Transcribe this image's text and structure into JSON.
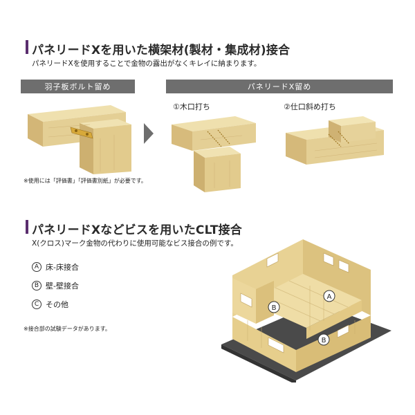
{
  "section1": {
    "title": "パネリードXを用いた横架材(製材・集成材)接合",
    "subtitle": "パネリードXを使用することで金物の露出がなくキレイに納まります。",
    "left_band": "羽子板ボルト留め",
    "right_band": "パネリードX留め",
    "caption1": "①木口打ち",
    "caption2": "②仕口斜め打ち",
    "note": "※使用には「評価書」「評価書別紙」が必要です。"
  },
  "section2": {
    "title": "パネリードXなどビスを用いたCLT接合",
    "subtitle": "X(クロス)マーク金物の代わりに使用可能なビス接合の例です。",
    "legend": [
      {
        "mark": "A",
        "label": "床-床接合"
      },
      {
        "mark": "B",
        "label": "壁-壁接合"
      },
      {
        "mark": "C",
        "label": "その他"
      }
    ],
    "note": "※接合部の試験データがあります。",
    "markers": {
      "a": "A",
      "b1": "B",
      "b2": "B"
    }
  },
  "colors": {
    "accent": "#5a2d6e",
    "band": "#6e6e6e",
    "wood_light": "#ecdca8",
    "wood_mid": "#dcc48a",
    "wood_dark": "#c8ab6a",
    "bracket": "#d7a93a",
    "base": "#4a4a4a"
  }
}
